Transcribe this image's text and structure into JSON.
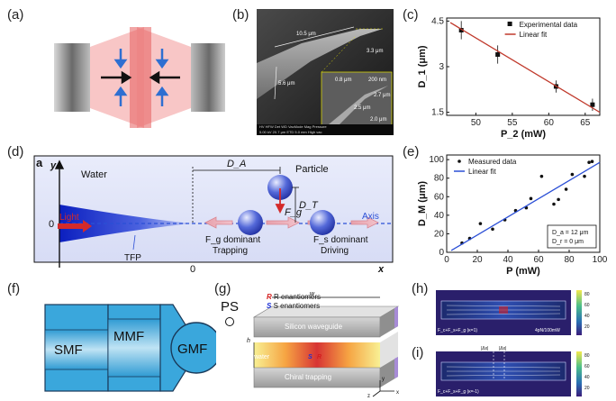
{
  "labels": {
    "a": "(a)",
    "b": "(b)",
    "c": "(c)",
    "d": "(d)",
    "e": "(e)",
    "f": "(f)",
    "g": "(g)",
    "h": "(h)",
    "i": "(i)"
  },
  "panel_b": {
    "dims": [
      "10.5 μm",
      "3.3 μm",
      "5.6 μm",
      "0.8 μm",
      "200 nm",
      "2.7 μm",
      "2.5 μm",
      "2.0 μm"
    ]
  },
  "panel_d": {
    "inner_label": "a",
    "water": "Water",
    "particle": "Particle",
    "light": "Light",
    "tfp": "TFP",
    "axis": "Axis",
    "da": "D_A",
    "dt": "D_T",
    "fg": "F_g",
    "trap_line1": "F_g dominant",
    "trap_line2": "Trapping",
    "drive_line1": "F_s dominant",
    "drive_line2": "Driving",
    "y_axis": "y",
    "x_axis": "x",
    "y_zero": "0",
    "x_zero": "0"
  },
  "panel_f": {
    "smf": "SMF",
    "mmf": "MMF",
    "gmf": "GMF",
    "ps": "PS"
  },
  "panel_g": {
    "r_enantiomers": "R enantiomers",
    "s_enantiomers": "S enantiomers",
    "r_mark": "R",
    "s_mark": "S",
    "silicon": "Silicon waveguide",
    "chiral": "Chiral trapping",
    "water": "water",
    "h": "h",
    "w": "w",
    "ax_x": "x",
    "ax_y": "y",
    "ax_z": "z"
  },
  "panel_h": {
    "formula": "F_c+F_s+F_g (κ=1)",
    "scale": "4pN/100mW",
    "colorbar": [
      "80",
      "60",
      "40",
      "20"
    ]
  },
  "panel_i": {
    "formula": "F_c+F_s+F_g (κ=-1)",
    "dx_left": "|Δx|",
    "dx_right": "|Δx|",
    "colorbar": [
      "80",
      "60",
      "40",
      "20"
    ]
  },
  "chart_data": [
    {
      "type": "scatter",
      "panel": "c",
      "xlabel": "P_2 (mW)",
      "ylabel": "D_1 (μm)",
      "xticks": [
        50,
        55,
        60,
        65
      ],
      "yticks": [
        1.5,
        3.0,
        4.5
      ],
      "xlim": [
        46,
        67
      ],
      "ylim": [
        1.4,
        4.6
      ],
      "series": [
        {
          "name": "Experimental data",
          "marker": "square",
          "color": "#111111",
          "x": [
            48,
            53,
            61,
            66
          ],
          "y": [
            4.2,
            3.4,
            2.35,
            1.75
          ],
          "err": [
            0.3,
            0.3,
            0.2,
            0.2
          ]
        },
        {
          "name": "Linear fit",
          "kind": "line",
          "color": "#c0392b",
          "x": [
            46.5,
            67
          ],
          "y": [
            4.45,
            1.5
          ]
        }
      ],
      "legend": "top-right"
    },
    {
      "type": "scatter",
      "panel": "e",
      "xlabel": "P (mW)",
      "ylabel": "D_M (μm)",
      "xticks": [
        0,
        20,
        40,
        60,
        80,
        100
      ],
      "yticks": [
        0,
        20,
        40,
        60,
        80,
        100
      ],
      "xlim": [
        0,
        100
      ],
      "ylim": [
        0,
        105
      ],
      "series": [
        {
          "name": "Measured data",
          "marker": "dot",
          "color": "#111111",
          "x": [
            10,
            15,
            22,
            30,
            38,
            45,
            52,
            55,
            62,
            70,
            73,
            78,
            82,
            90,
            93,
            95
          ],
          "y": [
            10,
            15,
            31,
            25,
            35,
            45,
            48,
            58,
            82,
            52,
            57,
            68,
            84,
            82,
            97,
            98
          ]
        },
        {
          "name": "Linear fit",
          "kind": "line",
          "color": "#2b4fd6",
          "x": [
            3,
            100
          ],
          "y": [
            2,
            97
          ]
        }
      ],
      "annotation": [
        "D_a = 12 μm",
        "D_r = 0 μm"
      ],
      "legend": "top-left"
    }
  ]
}
